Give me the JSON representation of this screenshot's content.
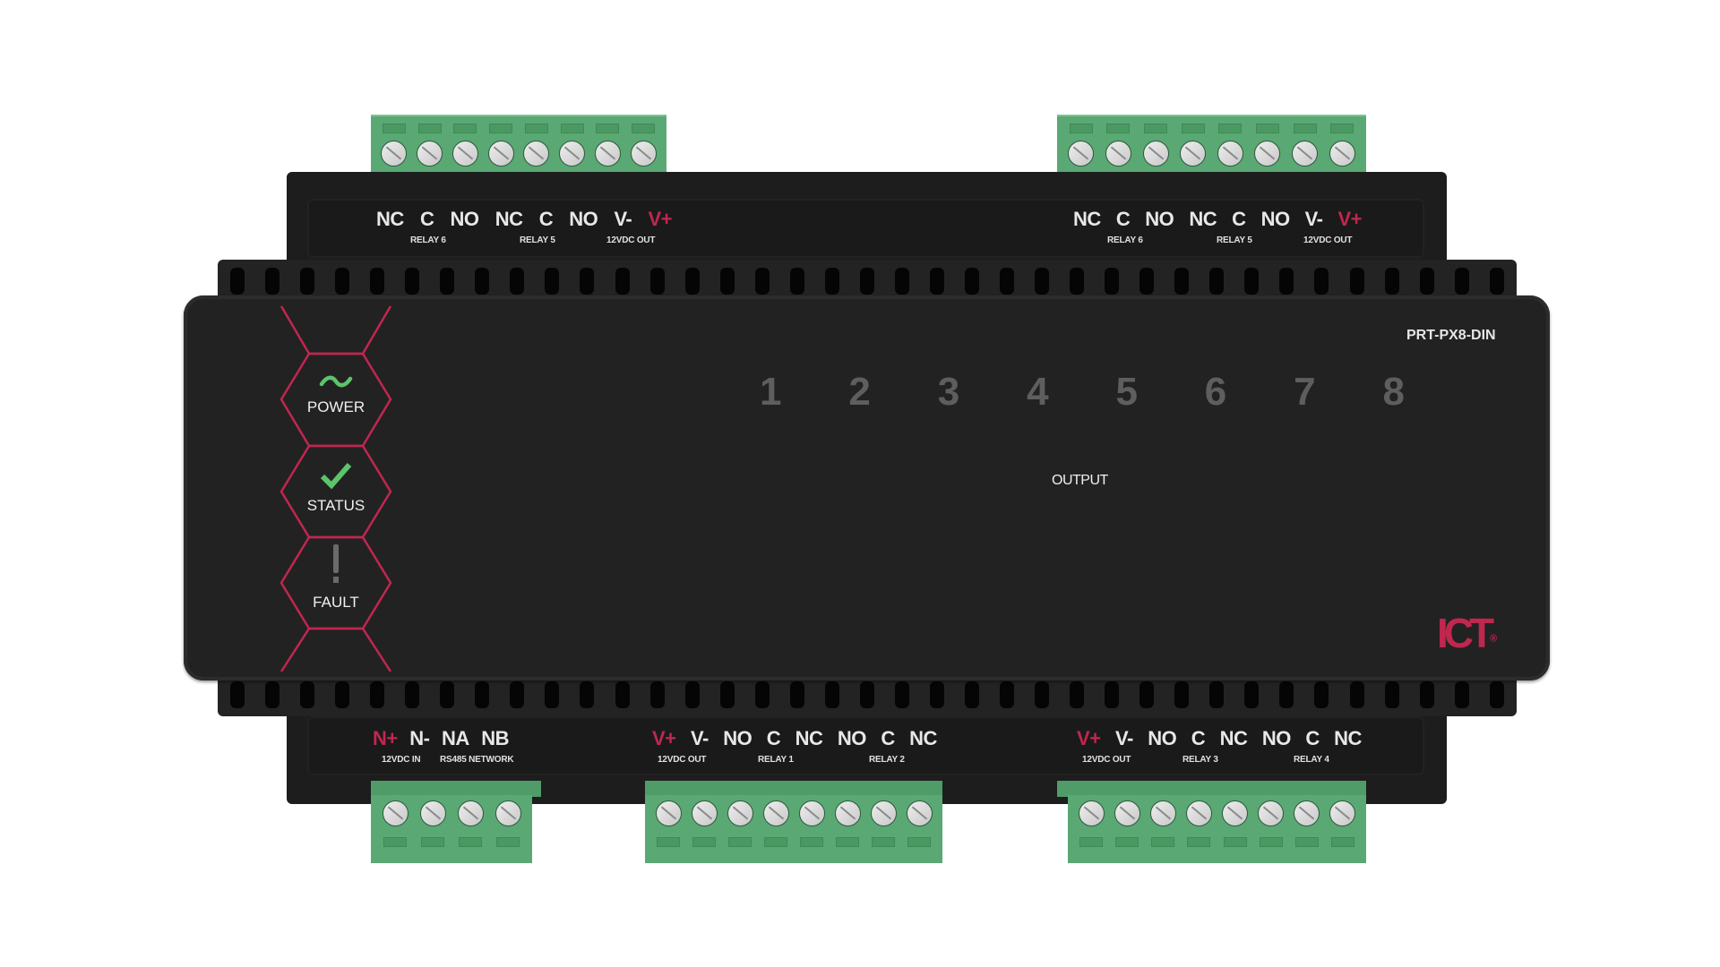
{
  "device": {
    "model": "PRT-PX8-DIN",
    "brand_logo": "ICT",
    "brand_mark": "®",
    "output_label": "OUTPUT",
    "output_numbers": [
      "1",
      "2",
      "3",
      "4",
      "5",
      "6",
      "7",
      "8"
    ],
    "colors": {
      "housing": "#222222",
      "accent_red": "#c0274f",
      "led_green": "#5cc46a",
      "terminal_green": "#5aa873",
      "output_number_gray": "#5e5e5e"
    }
  },
  "indicators": [
    {
      "label": "POWER",
      "icon": "tilde-ac-icon",
      "glyph": "~",
      "color": "#5cc46a"
    },
    {
      "label": "STATUS",
      "icon": "checkmark-icon",
      "glyph": "✔",
      "color": "#5cc46a"
    },
    {
      "label": "FAULT",
      "icon": "exclamation-icon",
      "glyph": "!",
      "color": "#6a6a6a"
    }
  ],
  "top_left_terminals": {
    "pins": [
      {
        "label": "NC",
        "red": false
      },
      {
        "label": "C",
        "red": false
      },
      {
        "label": "NO",
        "red": false
      },
      {
        "label": "NC",
        "red": false
      },
      {
        "label": "C",
        "red": false
      },
      {
        "label": "NO",
        "red": false
      },
      {
        "label": "V-",
        "red": false
      },
      {
        "label": "V+",
        "red": true
      }
    ],
    "groups": [
      "RELAY 6",
      "RELAY 5",
      "12VDC OUT"
    ]
  },
  "top_right_terminals": {
    "pins": [
      {
        "label": "NC",
        "red": false
      },
      {
        "label": "C",
        "red": false
      },
      {
        "label": "NO",
        "red": false
      },
      {
        "label": "NC",
        "red": false
      },
      {
        "label": "C",
        "red": false
      },
      {
        "label": "NO",
        "red": false
      },
      {
        "label": "V-",
        "red": false
      },
      {
        "label": "V+",
        "red": true
      }
    ],
    "groups": [
      "RELAY 6",
      "RELAY 5",
      "12VDC OUT"
    ]
  },
  "bottom_left_terminals": {
    "pins": [
      {
        "label": "N+",
        "red": true
      },
      {
        "label": "N-",
        "red": false
      },
      {
        "label": "NA",
        "red": false
      },
      {
        "label": "NB",
        "red": false
      }
    ],
    "groups": [
      "12VDC IN",
      "RS485 NETWORK"
    ]
  },
  "bottom_center_terminals": {
    "pins": [
      {
        "label": "V+",
        "red": true
      },
      {
        "label": "V-",
        "red": false
      },
      {
        "label": "NO",
        "red": false
      },
      {
        "label": "C",
        "red": false
      },
      {
        "label": "NC",
        "red": false
      },
      {
        "label": "NO",
        "red": false
      },
      {
        "label": "C",
        "red": false
      },
      {
        "label": "NC",
        "red": false
      }
    ],
    "groups": [
      "12VDC OUT",
      "RELAY 1",
      "RELAY 2"
    ]
  },
  "bottom_right_terminals": {
    "pins": [
      {
        "label": "V+",
        "red": true
      },
      {
        "label": "V-",
        "red": false
      },
      {
        "label": "NO",
        "red": false
      },
      {
        "label": "C",
        "red": false
      },
      {
        "label": "NC",
        "red": false
      },
      {
        "label": "NO",
        "red": false
      },
      {
        "label": "C",
        "red": false
      },
      {
        "label": "NC",
        "red": false
      }
    ],
    "groups": [
      "12VDC OUT",
      "RELAY 3",
      "RELAY 4"
    ]
  }
}
